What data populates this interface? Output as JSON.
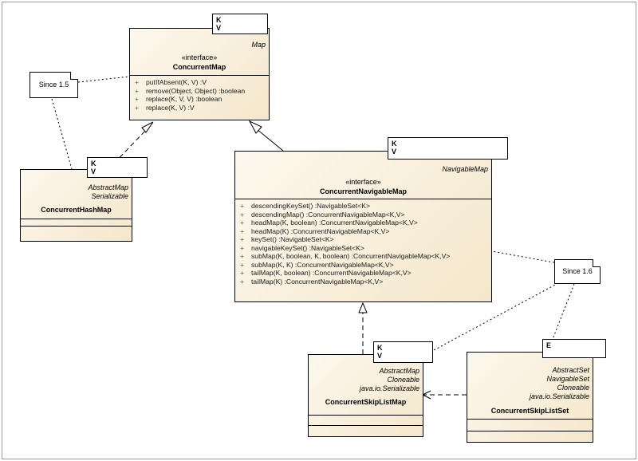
{
  "notes": [
    {
      "id": "since15",
      "text": "Since 1.5"
    },
    {
      "id": "since16",
      "text": "Since 1.6"
    }
  ],
  "concurrentMap": {
    "tparams": [
      "K",
      "V"
    ],
    "extends_label": "Map",
    "stereotype": "«interface»",
    "name": "ConcurrentMap",
    "ops": [
      {
        "vis": "+",
        "sig": "putIfAbsent(K, V)  :V"
      },
      {
        "vis": "+",
        "sig": "remove(Object, Object)  :boolean"
      },
      {
        "vis": "+",
        "sig": "replace(K, V, V)  :boolean"
      },
      {
        "vis": "+",
        "sig": "replace(K, V)  :V"
      }
    ]
  },
  "concurrentHashMap": {
    "tparams": [
      "K",
      "V"
    ],
    "supers": [
      "AbstractMap",
      "Serializable"
    ],
    "name": "ConcurrentHashMap"
  },
  "concurrentNavigableMap": {
    "tparams": [
      "K",
      "V"
    ],
    "extends_label": "NavigableMap",
    "stereotype": "«interface»",
    "name": "ConcurrentNavigableMap",
    "ops": [
      {
        "vis": "+",
        "sig": "descendingKeySet()  :NavigableSet<K>"
      },
      {
        "vis": "+",
        "sig": "descendingMap()  :ConcurrentNavigableMap<K,V>"
      },
      {
        "vis": "+",
        "sig": "headMap(K, boolean)  :ConcurrentNavigableMap<K,V>"
      },
      {
        "vis": "+",
        "sig": "headMap(K)  :ConcurrentNavigableMap<K,V>"
      },
      {
        "vis": "+",
        "sig": "keySet()  :NavigableSet<K>"
      },
      {
        "vis": "+",
        "sig": "navigableKeySet()  :NavigableSet<K>"
      },
      {
        "vis": "+",
        "sig": "subMap(K, boolean, K, boolean)  :ConcurrentNavigableMap<K,V>"
      },
      {
        "vis": "+",
        "sig": "subMap(K, K)  :ConcurrentNavigableMap<K,V>"
      },
      {
        "vis": "+",
        "sig": "tailMap(K, boolean)  :ConcurrentNavigableMap<K,V>"
      },
      {
        "vis": "+",
        "sig": "tailMap(K)  :ConcurrentNavigableMap<K,V>"
      }
    ]
  },
  "concurrentSkipListMap": {
    "tparams": [
      "K",
      "V"
    ],
    "supers": [
      "AbstractMap",
      "Cloneable",
      "java.io.Serializable"
    ],
    "name": "ConcurrentSkipListMap"
  },
  "concurrentSkipListSet": {
    "tparams": [
      "E"
    ],
    "supers": [
      "AbstractSet",
      "NavigableSet",
      "Cloneable",
      "java.io.Serializable"
    ],
    "name": "ConcurrentSkipListSet"
  }
}
